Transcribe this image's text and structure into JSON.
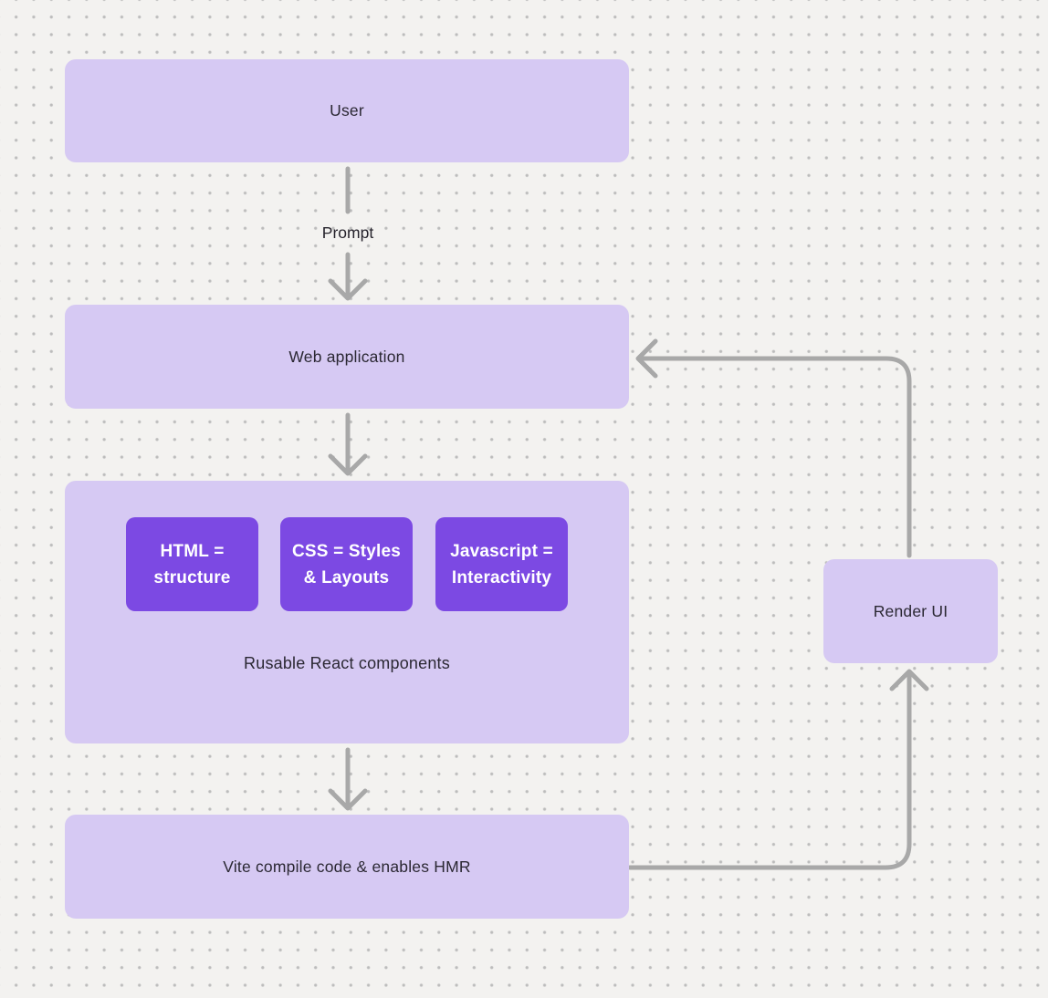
{
  "diagram": {
    "title_hint": "React + Vite app flow diagram",
    "colors": {
      "canvas_background": "#f3f2f0",
      "dot_grid": "#bcbcbc",
      "node_fill": "#d6c9f3",
      "inner_node_fill": "#7c49e3",
      "node_text": "#2b2833",
      "inner_node_text": "#ffffff",
      "arrow": "#a8a8a8"
    },
    "nodes": {
      "user": {
        "label": "User"
      },
      "web_application": {
        "label": "Web application"
      },
      "components": {
        "caption": "Rusable React components",
        "children": [
          {
            "label": "HTML = structure"
          },
          {
            "label": "CSS = Styles & Layouts"
          },
          {
            "label": "Javascript = Interactivity"
          }
        ]
      },
      "vite": {
        "label": "Vite compile code & enables HMR"
      },
      "render_ui": {
        "label": "Render UI"
      }
    },
    "edges": {
      "prompt_label": "Prompt",
      "connections": [
        "User -> Web application (Prompt)",
        "Web application -> Rusable React components",
        "Rusable React components -> Vite compile code & enables HMR",
        "Vite compile code & enables HMR -> Render UI",
        "Render UI -> Web application"
      ]
    }
  }
}
